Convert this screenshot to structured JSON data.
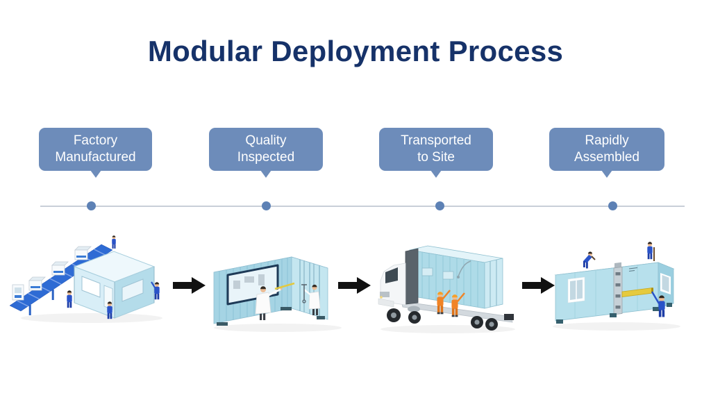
{
  "title": "Modular Deployment Process",
  "stages": [
    {
      "label": "Factory\nManufactured",
      "illustration": "factory-production-line-illustration",
      "depicts": "isometric factory conveyor line and modular room unit with workers in blue"
    },
    {
      "label": "Quality\nInspected",
      "illustration": "container-inspection-illustration",
      "depicts": "light blue container module with large window inspected by two staff in white coats"
    },
    {
      "label": "Transported\nto Site",
      "illustration": "truck-transport-illustration",
      "depicts": "white semi truck flatbed carrying blue container secured by two workers in orange"
    },
    {
      "label": "Rapidly\nAssembled",
      "illustration": "module-assembly-illustration",
      "depicts": "blue modular building joined at center strip, workers in blue assembling on roof and side"
    }
  ],
  "connectors": {
    "timeline": {
      "style": "horizontal line with one dot per stage",
      "dot_count": 4
    },
    "between_illustrations": {
      "icon": "right-arrow-icon",
      "count": 3
    }
  },
  "colors": {
    "background": "#FFFFFF",
    "title_text": "#163269",
    "label_box_bg": "#6D8CBA",
    "label_text": "#FFFFFF",
    "timeline_line": "#C9CFD8",
    "timeline_dot": "#5D81B5",
    "arrow": "#111111",
    "module_blue": "#AEDBE8",
    "module_blue_pale": "#DDF0F8",
    "conveyor_blue": "#2E6BD4",
    "worker_blue": "#2A53C8",
    "worker_orange": "#F08427",
    "inspector_coat": "#FBFBFB",
    "beam_yellow": "#E5CA3E"
  }
}
